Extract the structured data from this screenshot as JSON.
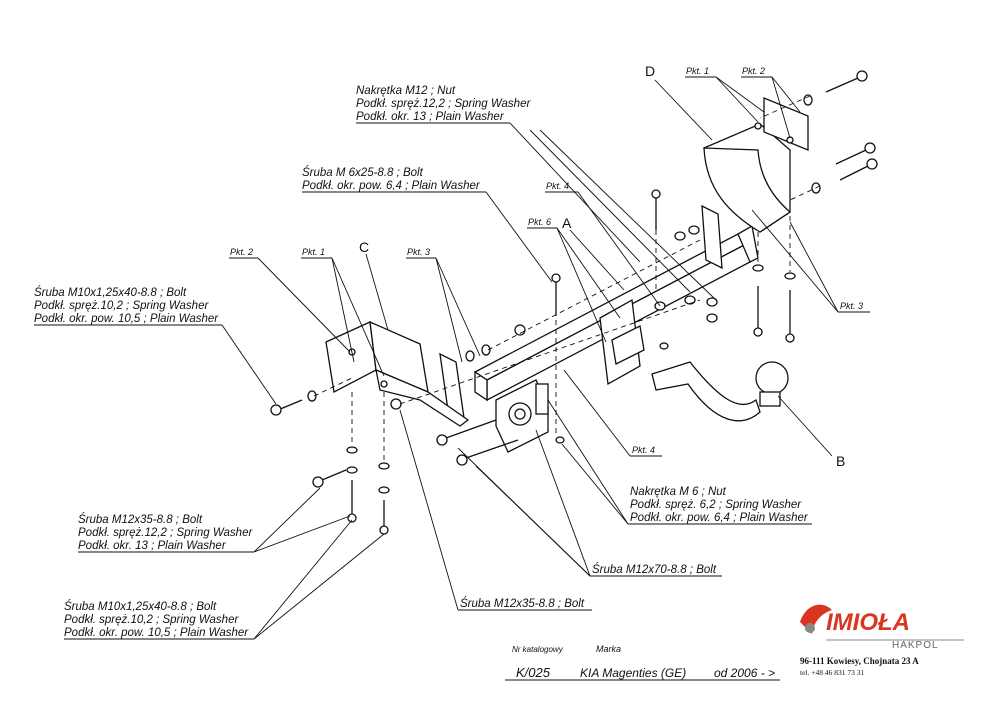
{
  "colors": {
    "line": "#111111",
    "logo_red": "#d9361f",
    "logo_gray": "#888888"
  },
  "labels": {
    "nut_m12": [
      "Nakrętka  M12 ; Nut",
      "Podkł. spręż.12,2 ; Spring Washer",
      "Podkł. okr. 13 ; Plain Washer"
    ],
    "bolt_m6": [
      "Śruba M 6x25-8.8 ;  Bolt",
      "Podkł. okr. pow. 6,4 ; Plain Washer"
    ],
    "bolt_m10_top": [
      "Śruba M10x1,25x40-8.8 ;  Bolt",
      "Podkł. spręż.10,2 ; Spring Washer",
      "Podkł. okr. pow. 10,5 ; Plain Washer"
    ],
    "bolt_m12x35_left": [
      "Śruba M12x35-8.8 ;  Bolt",
      "Podkł. spręż.12,2 ; Spring Washer",
      "Podkł. okr. 13 ; Plain Washer"
    ],
    "bolt_m10_bottom": [
      "Śruba M10x1,25x40-8.8 ;  Bolt",
      "Podkł. spręż.10,2 ; Spring Washer",
      "Podkł. okr. pow. 10,5 ; Plain Washer"
    ],
    "nut_m6": [
      "Nakrętka  M 6 ; Nut",
      "Podkł. spręż. 6,2 ; Spring Washer",
      "Podkł. okr. pow. 6,4 ; Plain Washer"
    ],
    "bolt_m12x70": "Śruba M12x70-8.8 ;  Bolt",
    "bolt_m12x35_bottom": "Śruba M12x35-8.8 ;  Bolt",
    "pkt": {
      "pkt1_d": "Pkt. 1",
      "pkt2_d": "Pkt. 2",
      "pkt4_top": "Pkt. 4",
      "pkt6": "Pkt. 6",
      "pkt2_c": "Pkt. 2",
      "pkt1_c": "Pkt. 1",
      "pkt3_c": "Pkt. 3",
      "pkt3_d": "Pkt. 3",
      "pkt4_bottom": "Pkt. 4"
    },
    "letters": {
      "a": "A",
      "b": "B",
      "c": "C",
      "d": "D"
    }
  },
  "footer": {
    "catalog_label": "Nr katalogowy",
    "brand_label": "Marka",
    "catalog_no": "K/025",
    "model": "KIA Magenties (GE)",
    "years": "od 2006 - >"
  },
  "company": {
    "name": "IMIOŁA",
    "sub": "HAKPOL",
    "address": "96-111 Kowiesy, Chojnata 23 A",
    "phone": "tel. +48 46 831 73 31"
  }
}
